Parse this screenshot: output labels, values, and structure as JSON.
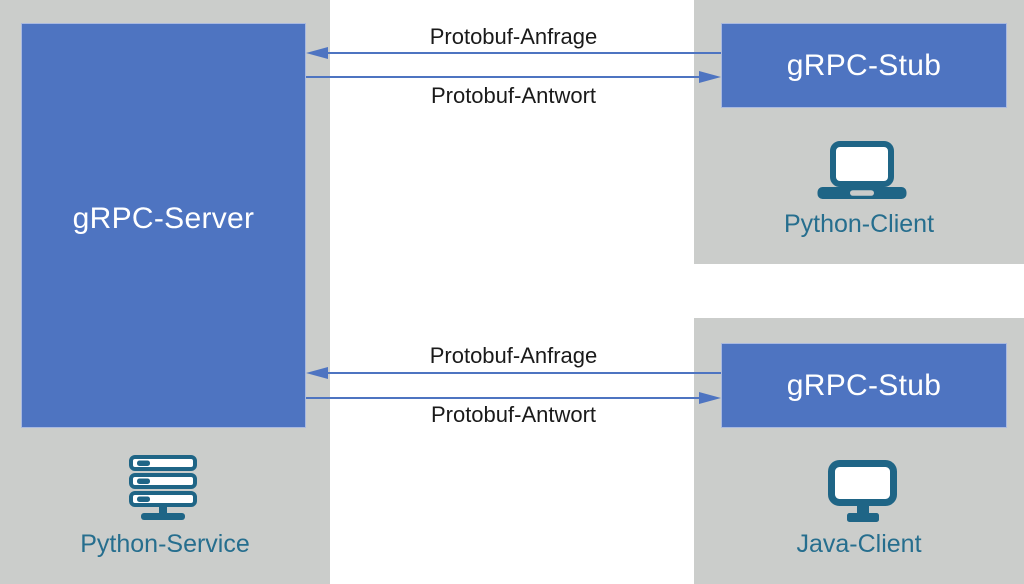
{
  "colors": {
    "box_blue": "#4E74C1",
    "box_border": "#A9B9E0",
    "panel_gray": "#CBCDCB",
    "arrow_blue": "#4E74C1",
    "teal": "#1F6586",
    "teal_text": "#266E8E",
    "text_black": "#1A1A1A",
    "box_text_white": "#FFFFFF"
  },
  "server": {
    "box_label": "gRPC-Server",
    "service_label": "Python-Service",
    "service_icon": "server-rack-icon"
  },
  "flows": [
    {
      "stub_label": "gRPC-Stub",
      "request_label": "Protobuf-Anfrage",
      "response_label": "Protobuf-Antwort",
      "client_label": "Python-Client",
      "client_icon": "laptop-icon"
    },
    {
      "stub_label": "gRPC-Stub",
      "request_label": "Protobuf-Anfrage",
      "response_label": "Protobuf-Antwort",
      "client_label": "Java-Client",
      "client_icon": "desktop-monitor-icon"
    }
  ]
}
